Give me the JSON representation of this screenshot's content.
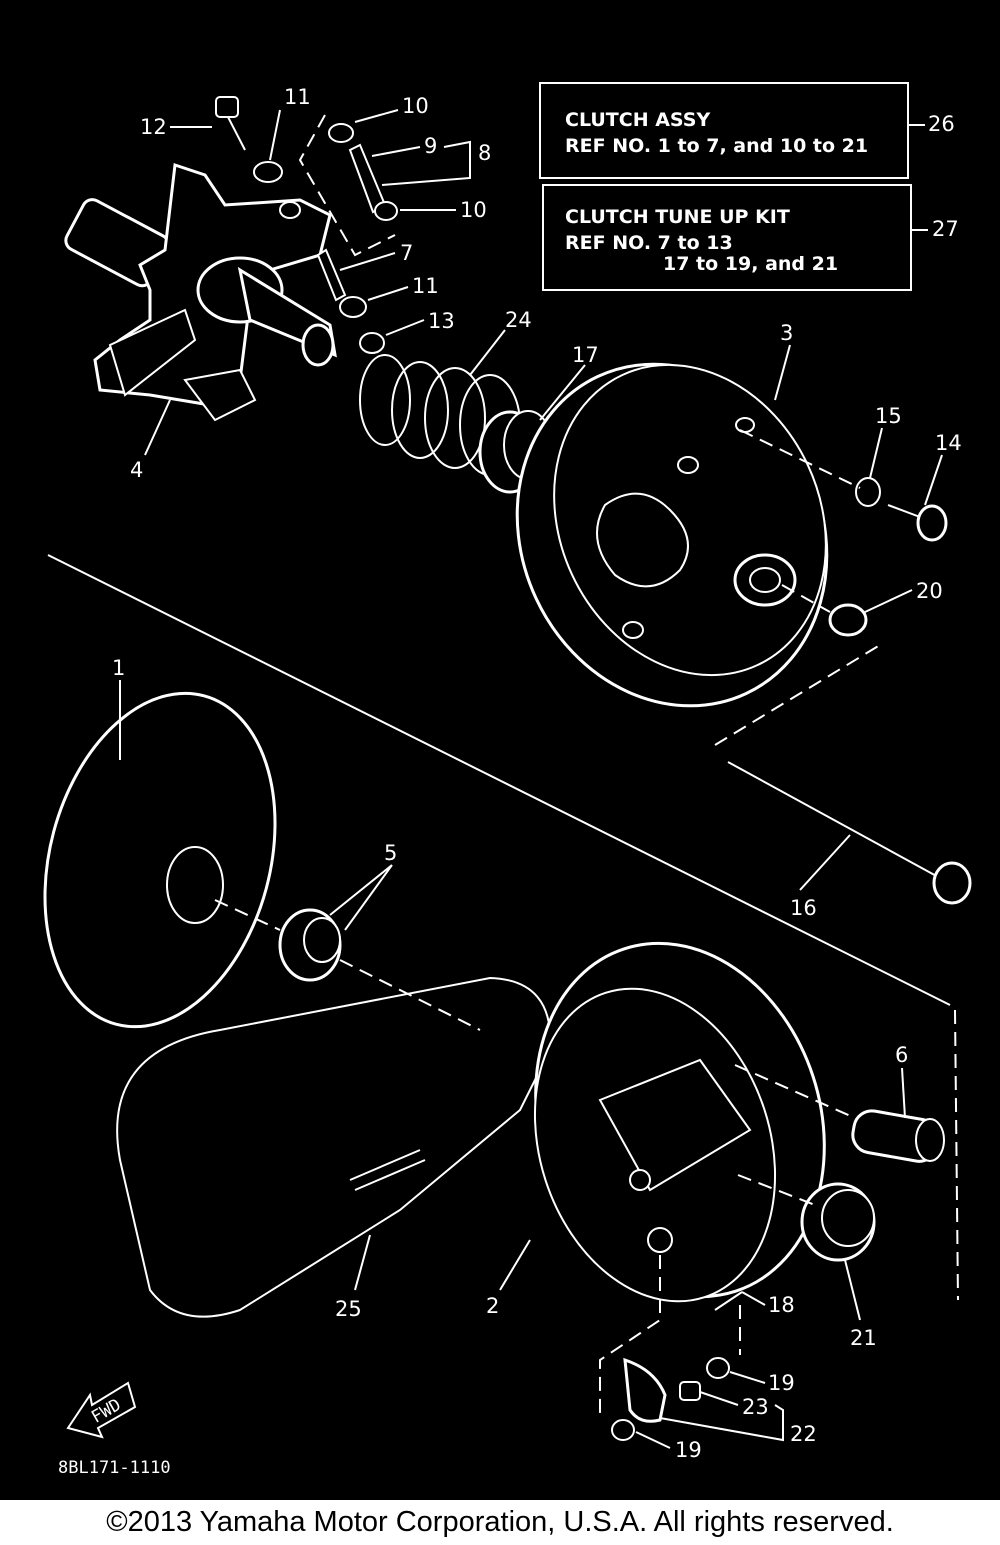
{
  "info_boxes": [
    {
      "title": "CLUTCH ASSY",
      "detail": "REF NO. 1 to 7, and 10 to 21",
      "ref": "26"
    },
    {
      "title": "CLUTCH TUNE UP KIT",
      "detail_1": "REF NO. 7 to 13",
      "detail_2": "17 to 19, and 21",
      "ref": "27"
    }
  ],
  "callouts": [
    {
      "id": "c12",
      "text": "12"
    },
    {
      "id": "c11a",
      "text": "11"
    },
    {
      "id": "c10a",
      "text": "10"
    },
    {
      "id": "c9",
      "text": "9"
    },
    {
      "id": "c8",
      "text": "8"
    },
    {
      "id": "c10b",
      "text": "10"
    },
    {
      "id": "c7",
      "text": "7"
    },
    {
      "id": "c11b",
      "text": "11"
    },
    {
      "id": "c13",
      "text": "13"
    },
    {
      "id": "c24",
      "text": "24"
    },
    {
      "id": "c17",
      "text": "17"
    },
    {
      "id": "c3",
      "text": "3"
    },
    {
      "id": "c15",
      "text": "15"
    },
    {
      "id": "c14",
      "text": "14"
    },
    {
      "id": "c4",
      "text": "4"
    },
    {
      "id": "c20",
      "text": "20"
    },
    {
      "id": "c1",
      "text": "1"
    },
    {
      "id": "c5",
      "text": "5"
    },
    {
      "id": "c16",
      "text": "16"
    },
    {
      "id": "c6",
      "text": "6"
    },
    {
      "id": "c25",
      "text": "25"
    },
    {
      "id": "c2",
      "text": "2"
    },
    {
      "id": "c18",
      "text": "18"
    },
    {
      "id": "c21",
      "text": "21"
    },
    {
      "id": "c19a",
      "text": "19"
    },
    {
      "id": "c23",
      "text": "23"
    },
    {
      "id": "c22",
      "text": "22"
    },
    {
      "id": "c19b",
      "text": "19"
    }
  ],
  "fwd_label": "FWD",
  "drawing_code": "8BL171-1110",
  "copyright": "©2013 Yamaha Motor Corporation, U.S.A. All rights reserved."
}
